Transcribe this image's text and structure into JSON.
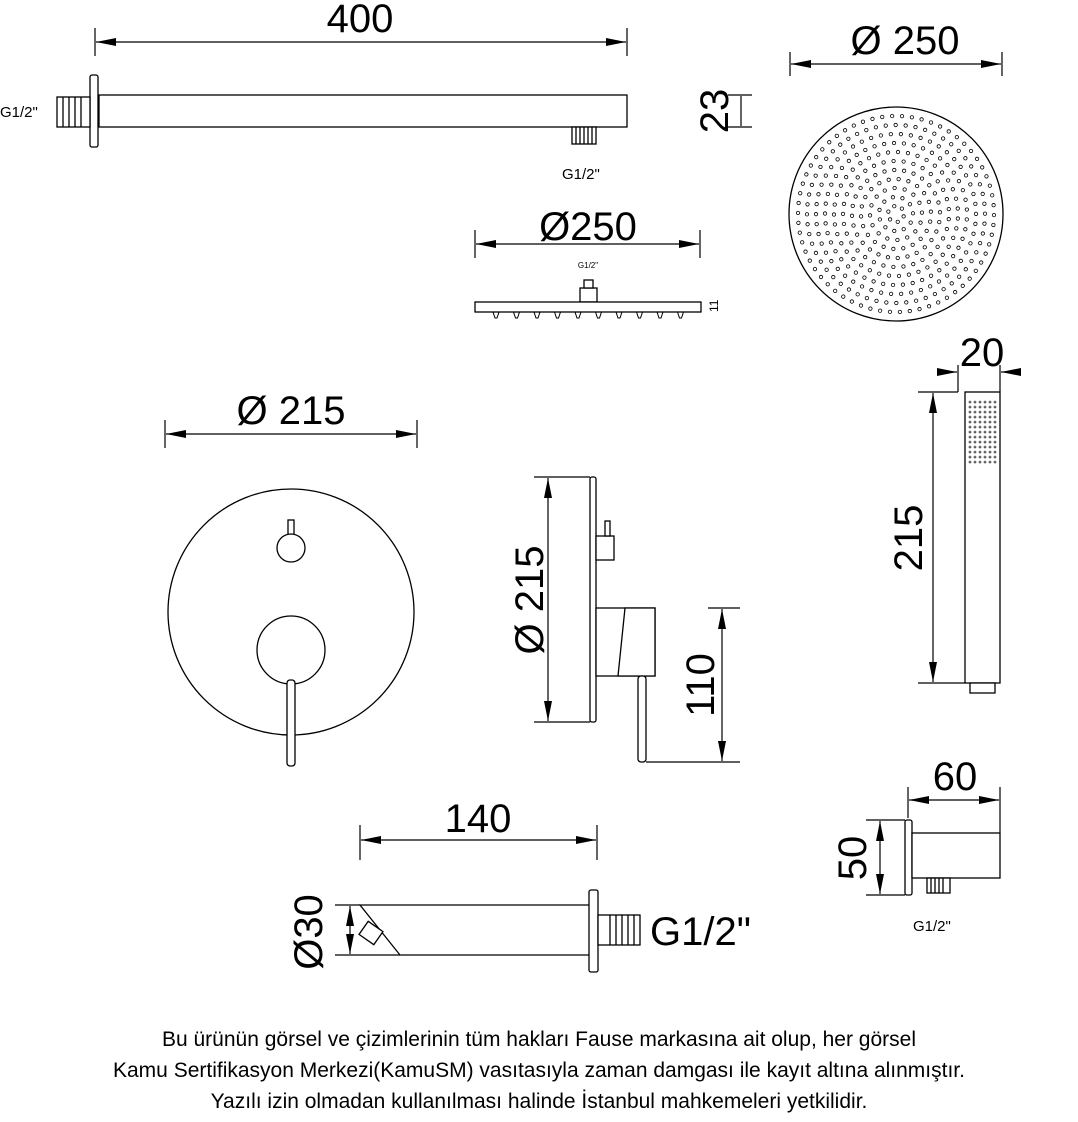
{
  "shower_arm": {
    "length": "400",
    "height": "23",
    "thread_left": "G1/2\"",
    "thread_outlet": "G1/2\""
  },
  "shower_head_top": {
    "diameter": "Ø 250"
  },
  "shower_head_side": {
    "diameter": "Ø250",
    "thread": "G1/2\"",
    "thickness": "11"
  },
  "hand_shower": {
    "width": "20",
    "length": "215"
  },
  "mixer_front": {
    "diameter": "Ø 215"
  },
  "mixer_side": {
    "diameter": "Ø 215",
    "depth": "110"
  },
  "spout": {
    "length": "140",
    "diameter": "Ø30",
    "thread": "G1/2\""
  },
  "wall_outlet": {
    "width": "60",
    "height": "50",
    "thread": "G1/2\""
  },
  "footer": {
    "lines": [
      "Bu ürünün görsel ve çizimlerinin tüm hakları Fause markasına ait olup, her görsel",
      "Kamu Sertifikasyon Merkezi(KamuSM) vasıtasıyla zaman damgası ile kayıt altına alınmıştır.",
      "Yazılı izin olmadan kullanılması halinde İstanbul mahkemeleri yetkilidir."
    ]
  }
}
